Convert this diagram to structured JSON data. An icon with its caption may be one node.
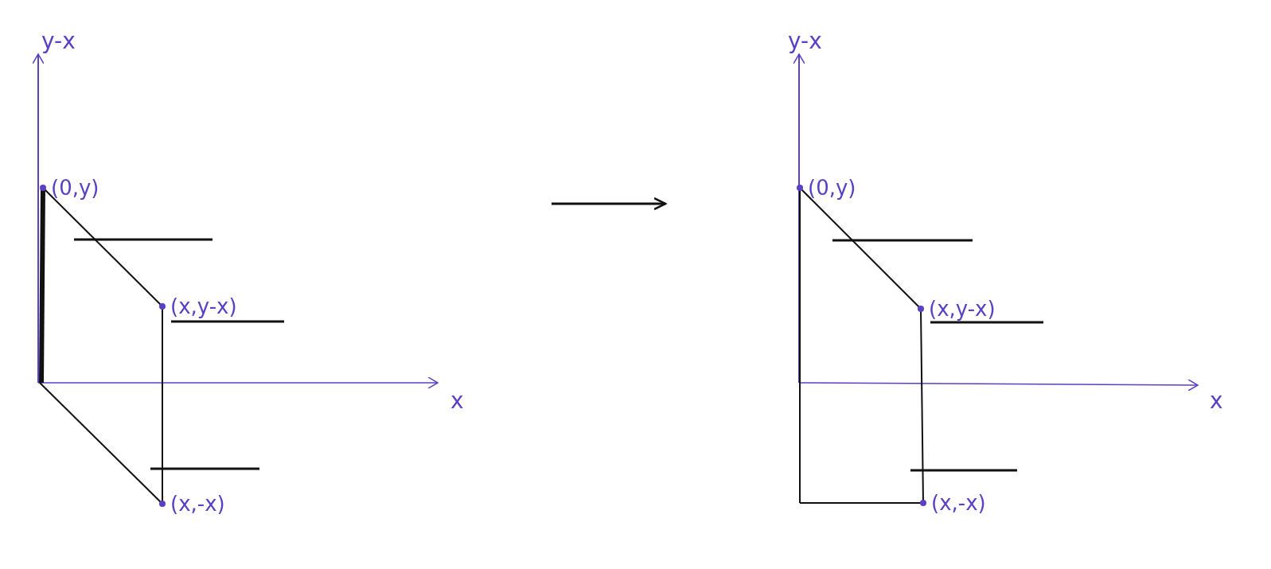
{
  "diagram": {
    "nodes": [
      {
        "text": [
          "(0,y)"
        ]
      },
      {
        "text": [
          "(x,y-x)"
        ]
      },
      {
        "text": [
          "(x,-x)"
        ]
      },
      {
        "text": [
          "(0,y)"
        ]
      },
      {
        "text": [
          "(x,y-x)"
        ]
      },
      {
        "text": [
          "(x,-x)"
        ]
      }
    ],
    "edges": [
      {
        "from": 0,
        "to": 1,
        "arrow": "none"
      },
      {
        "from": 1,
        "to": 2,
        "arrow": "none"
      },
      {
        "from": 2,
        "to": null,
        "arrow": "none"
      },
      {
        "from": null,
        "to": 0,
        "arrow": "none",
        "style": "thick"
      },
      {
        "from": 3,
        "to": 4,
        "arrow": "none"
      },
      {
        "from": 4,
        "to": 5,
        "arrow": "none"
      },
      {
        "from": 5,
        "to": null,
        "arrow": "none"
      },
      {
        "from": null,
        "to": 3,
        "arrow": "none"
      }
    ],
    "labels": [
      "y-x",
      "x",
      "y-x",
      "x"
    ]
  }
}
